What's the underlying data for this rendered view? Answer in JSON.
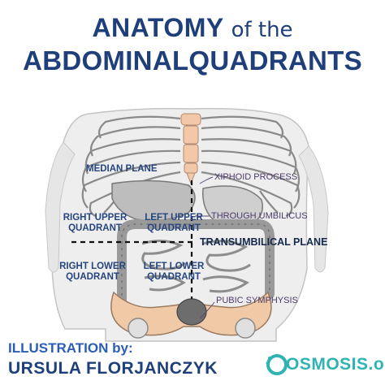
{
  "title": {
    "line1_a": "ANATOMY",
    "line1_b": "of the",
    "line2": "ABDOMINALQUADRANTS"
  },
  "labels": {
    "median_plane": "MEDIAN PLANE",
    "right_upper_1": "RIGHT UPPER",
    "right_upper_2": "QUADRANT",
    "left_upper_1": "LEFT UPPER",
    "left_upper_2": "QUADRANT",
    "right_lower_1": "RIGHT LOWER",
    "right_lower_2": "QUADRANT",
    "left_lower_1": "LEFT LOWER",
    "left_lower_2": "QUADRANT"
  },
  "annotations": {
    "xiphoid": "XIPHOID PROCESS",
    "umbilicus": "THROUGH UMBILICUS",
    "transumbilical": "TRANSUMBILICAL PLANE",
    "pubic": "PUBIC SYMPHYSIS"
  },
  "credit": {
    "line1": "ILLUSTRATION by:",
    "line2": "URSULA FLORJANCZYK"
  },
  "logo": {
    "text": "OSMOSIS.org"
  },
  "colors": {
    "title": "#1f3f7a",
    "accent_blue": "#2b5db5",
    "logo_teal": "#2fb3b3",
    "annotation": "#4a3a6a",
    "sternum": "#f3c8a8",
    "pelvis": "#f0c9a6"
  }
}
